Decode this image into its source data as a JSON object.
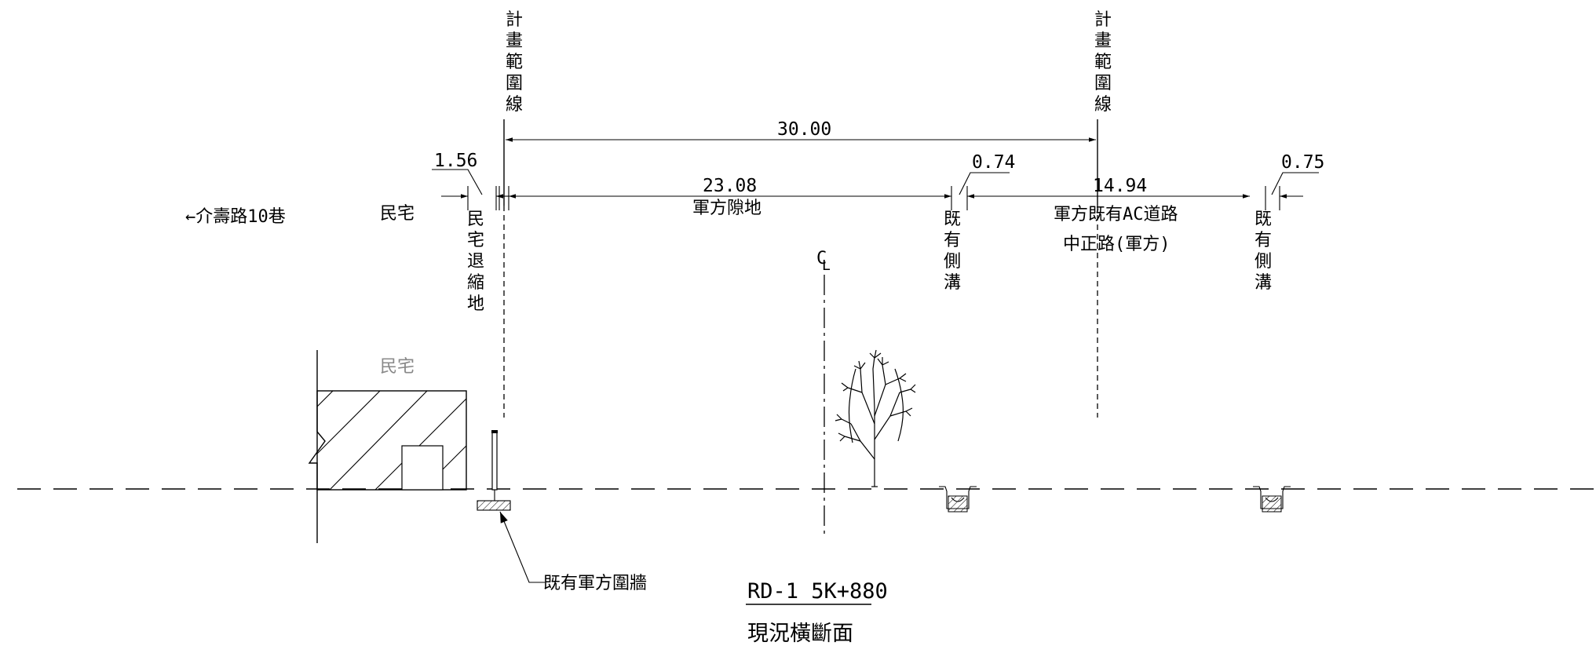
{
  "labels": {
    "plan_boundary": "計畫範圍線",
    "street": "←介壽路10巷",
    "residence": "民宅",
    "residence_building": "民宅",
    "setback": "民宅退縮地",
    "military_gap": "軍方隙地",
    "existing_ditch": "既有側溝",
    "military_ac_road": "軍方既有AC道路",
    "zhongzheng_road": "中正路(軍方)",
    "centerline": "CL",
    "existing_wall": "既有軍方圍牆"
  },
  "dimensions": {
    "total_width": "30.00",
    "setback_width": "1.56",
    "military_gap_width": "23.08",
    "ditch_left_width": "0.74",
    "road_width": "14.94",
    "ditch_right_width": "0.75"
  },
  "title": {
    "code": "RD-1 5K+880",
    "name": "現況橫斷面"
  }
}
